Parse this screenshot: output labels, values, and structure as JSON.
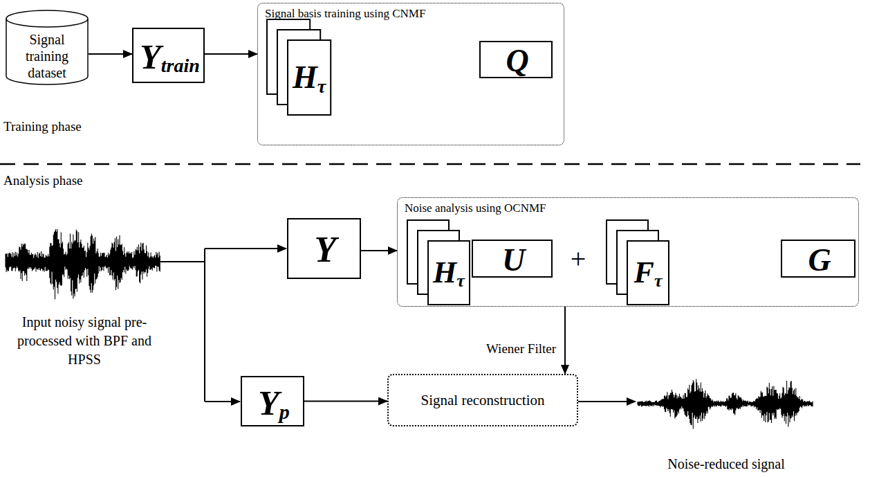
{
  "diagram": {
    "nodes": [
      {
        "text": [
          "Signal training dataset"
        ]
      },
      {
        "text": [
          "Y",
          "train"
        ]
      },
      {
        "text": [
          "Signal basis training using CNMF"
        ]
      },
      {
        "text": [
          "H",
          "τ"
        ],
        "in": 2
      },
      {
        "text": [
          "Q"
        ],
        "in": 2
      },
      {
        "text": [
          "Y"
        ]
      },
      {
        "text": [
          "Noise analysis using OCNMF"
        ]
      },
      {
        "text": [
          "H",
          "τ"
        ],
        "in": 6
      },
      {
        "text": [
          "U"
        ],
        "in": 6
      },
      {
        "text": [
          "F",
          "τ"
        ],
        "in": 6
      },
      {
        "text": [
          "G"
        ],
        "in": 6
      },
      {
        "text": [
          "Y",
          "p"
        ]
      },
      {
        "text": [
          "Signal reconstruction"
        ]
      }
    ],
    "edges": [
      {
        "from": 0,
        "to": 1,
        "arrow": "to"
      },
      {
        "from": 1,
        "to": 2,
        "arrow": "to"
      },
      {
        "from": 5,
        "to": 6,
        "arrow": "to"
      },
      {
        "from": 6,
        "to": 12,
        "label": "Wiener Filter",
        "arrow": "to"
      },
      {
        "from": 11,
        "to": 12,
        "arrow": "to"
      }
    ],
    "labels": [
      "Training phase",
      "Analysis phase",
      "Input noisy signal pre-processed with BPF and HPSS",
      "+",
      "Noise-reduced signal"
    ]
  }
}
